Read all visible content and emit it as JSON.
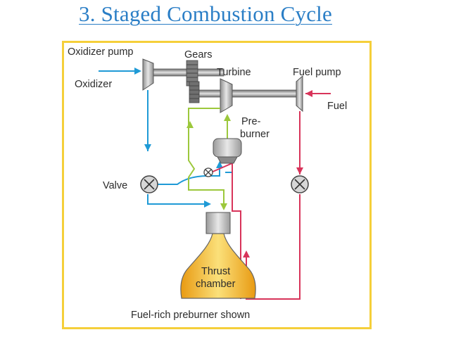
{
  "slide": {
    "title": "3. Staged Combustion Cycle"
  },
  "diagram": {
    "labels": {
      "oxidizer_pump": "Oxidizer pump",
      "gears": "Gears",
      "turbine": "Turbine",
      "fuel_pump": "Fuel pump",
      "oxidizer": "Oxidizer",
      "fuel": "Fuel",
      "preburner_line1": "Pre-",
      "preburner_line2": "burner",
      "valve": "Valve",
      "thrust_line1": "Thrust",
      "thrust_line2": "chamber",
      "caption": "Fuel-rich preburner shown"
    },
    "colors": {
      "oxidizer_line": "#1f9ad6",
      "fuel_line": "#d8345a",
      "preburner_gas_line": "#9cc83c",
      "frame": "#f5cf3a",
      "title": "#2a7ec6",
      "thrust_chamber_fill": "#f2b21e",
      "component_gray": "#a9a9a9"
    }
  }
}
